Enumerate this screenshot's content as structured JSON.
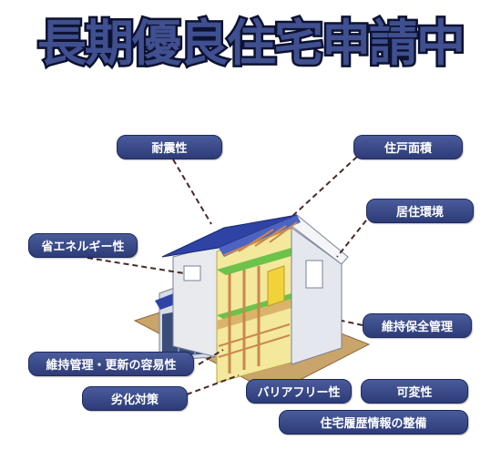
{
  "title": "長期優良住宅申請中",
  "labels": {
    "taishin": "耐震性",
    "jukomenseki": "住戸面積",
    "kyoju_kankyo": "居住環境",
    "sho_energy": "省エネルギー性",
    "iji_hozen": "維持保全管理",
    "iji_koshin": "維持管理・更新の容易性",
    "rekka_taisaku": "劣化対策",
    "barrier_free": "バリアフリー性",
    "kahensei": "可変性",
    "rireki": "住宅履歴情報の整備"
  },
  "colors": {
    "title_fill": "#3f4f8f",
    "label_bg": "#34448a",
    "roof": "#2e43a4",
    "wall": "#e8eaee",
    "ground": "#c9a56b"
  }
}
